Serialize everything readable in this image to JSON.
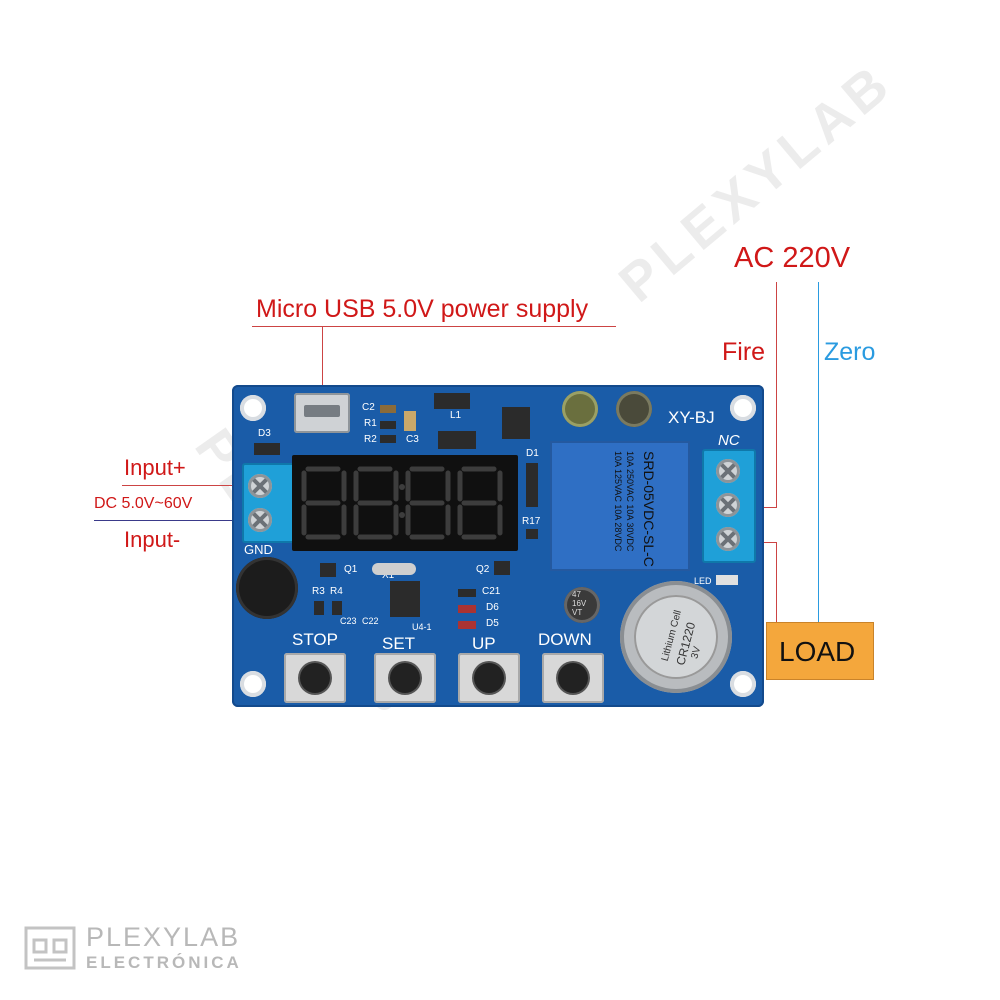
{
  "labels": {
    "usb_supply": "Micro USB 5.0V power supply",
    "ac": "AC 220V",
    "fire": "Fire",
    "zero": "Zero",
    "input_plus": "Input+",
    "dc_range": "DC 5.0V~60V",
    "input_minus": "Input-",
    "load": "LOAD"
  },
  "board": {
    "model": "XY-BJ",
    "nc": "NC",
    "gnd": "GND",
    "led": "LED",
    "buttons": [
      "STOP",
      "SET",
      "UP",
      "DOWN"
    ],
    "relay_lines": [
      "SRD-05VDC-SL-C",
      "10A 250VAC 10A 30VDC",
      "10A 125VAC 10A 28VDC"
    ],
    "battery_lines": [
      "Lithium Cell",
      "CR1220",
      "3V"
    ],
    "components": {
      "q1": "Q1",
      "q2": "Q2",
      "x1": "X1",
      "u4": "U4-1",
      "r3": "R3",
      "r4": "R4",
      "r17": "R17",
      "d1": "D1",
      "d3": "D3",
      "d5": "D5",
      "d6": "D6",
      "c21": "C21",
      "c22": "C22",
      "c23": "C23",
      "c2": "C2",
      "c3": "C3",
      "r1": "R1",
      "r2": "R2",
      "l1": "L1",
      "cap": "47\n16V\nVT"
    }
  },
  "logo": {
    "brand": "PLEXYLAB",
    "sub": "ELECTRÓNICA"
  },
  "watermark": "PLEXYLAB",
  "colors": {
    "label_red": "#d01818",
    "label_blue": "#2a9be0",
    "pcb": "#1a5ca8",
    "load_box": "#f4a73c",
    "terminal": "#1fa0d8",
    "relay": "#2f6fc4"
  }
}
